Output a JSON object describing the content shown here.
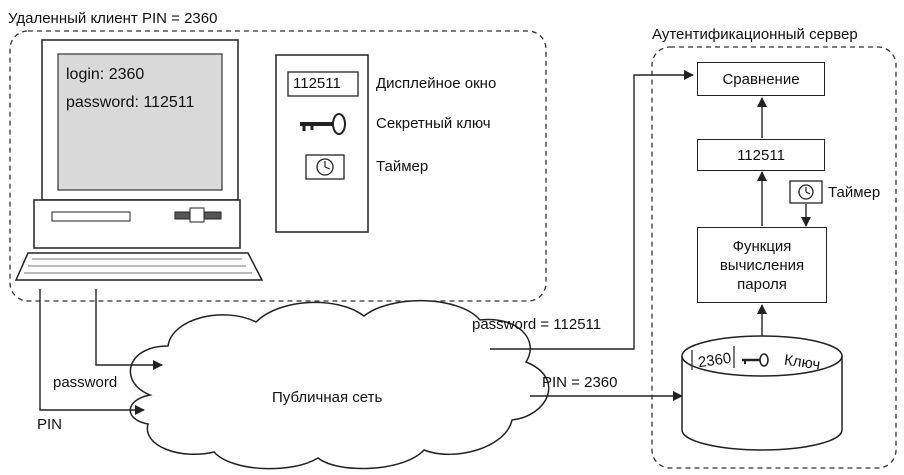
{
  "client": {
    "title": "Удаленный клиент PIN = 2360",
    "screen_login": "login: 2360",
    "screen_password": "password: 112511",
    "token_display_value": "112511",
    "token_display_label": "Дисплейное окно",
    "token_key_label": "Секретный ключ",
    "token_timer_label": "Таймер"
  },
  "network": {
    "cloud_label": "Публичная сеть",
    "password_label": "password",
    "pin_label": "PIN",
    "password_flow_label": "password = 112511",
    "pin_flow_label": "PIN = 2360"
  },
  "server": {
    "title": "Аутентификационный сервер",
    "compare_label": "Сравнение",
    "computed_value": "112511",
    "timer_label": "Таймер",
    "function_label_1": "Функция",
    "function_label_2": "вычисления",
    "function_label_3": "пароля",
    "db_pin": "2360",
    "db_key": "Ключ"
  }
}
